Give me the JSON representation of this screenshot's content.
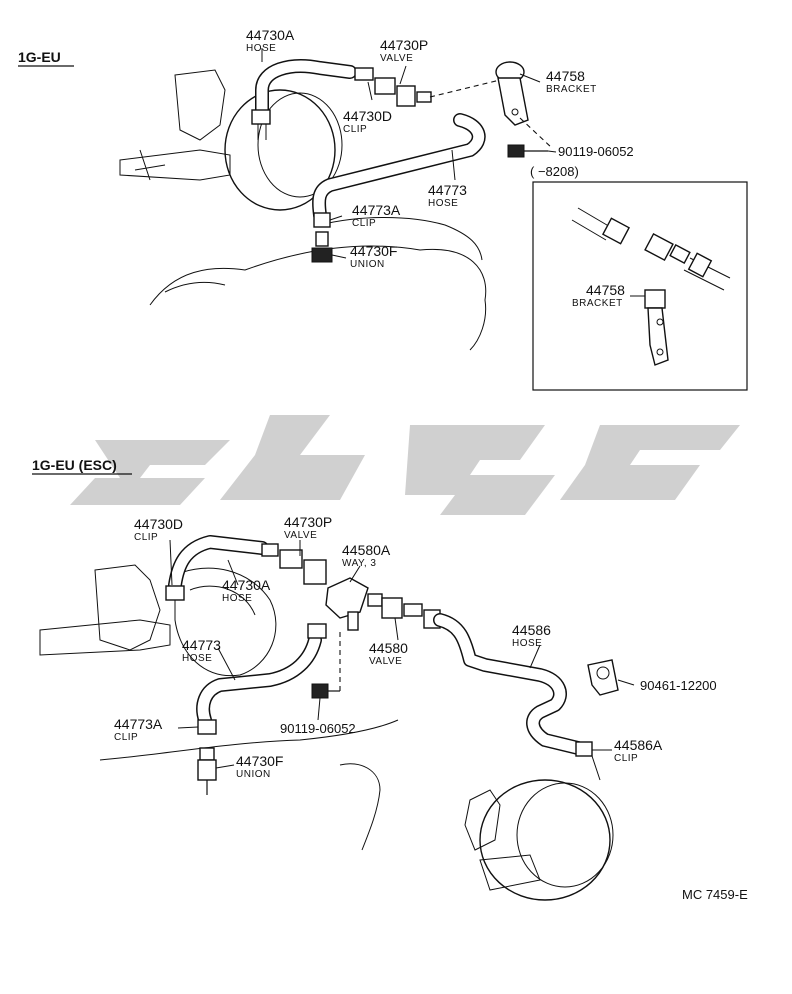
{
  "sections": {
    "top": {
      "title": "1G-EU"
    },
    "bottom": {
      "title": "1G-EU (ESC)"
    }
  },
  "top_parts": {
    "p44730A": {
      "number": "44730A",
      "name": "HOSE"
    },
    "p44730P": {
      "number": "44730P",
      "name": "VALVE"
    },
    "p44730D": {
      "number": "44730D",
      "name": "CLIP"
    },
    "p44758": {
      "number": "44758",
      "name": "BRACKET"
    },
    "p90119": {
      "number": "90119-06052"
    },
    "p44773": {
      "number": "44773",
      "name": "HOSE"
    },
    "p44773A": {
      "number": "44773A",
      "name": "CLIP"
    },
    "p44730F": {
      "number": "44730F",
      "name": "UNION"
    }
  },
  "inset": {
    "range": "(      −8208)",
    "p44758": {
      "number": "44758",
      "name": "BRACKET"
    }
  },
  "bottom_parts": {
    "p44730D": {
      "number": "44730D",
      "name": "CLIP"
    },
    "p44730P": {
      "number": "44730P",
      "name": "VALVE"
    },
    "p44580A": {
      "number": "44580A",
      "name": "WAY, 3"
    },
    "p44730A": {
      "number": "44730A",
      "name": "HOSE"
    },
    "p44773": {
      "number": "44773",
      "name": "HOSE"
    },
    "p44580": {
      "number": "44580",
      "name": "VALVE"
    },
    "p44586": {
      "number": "44586",
      "name": "HOSE"
    },
    "p90461": {
      "number": "90461-12200"
    },
    "p44773A": {
      "number": "44773A",
      "name": "CLIP"
    },
    "p90119": {
      "number": "90119-06052"
    },
    "p44730F": {
      "number": "44730F",
      "name": "UNION"
    },
    "p44586A": {
      "number": "44586A",
      "name": "CLIP"
    }
  },
  "reference_code": "MC 7459-E"
}
